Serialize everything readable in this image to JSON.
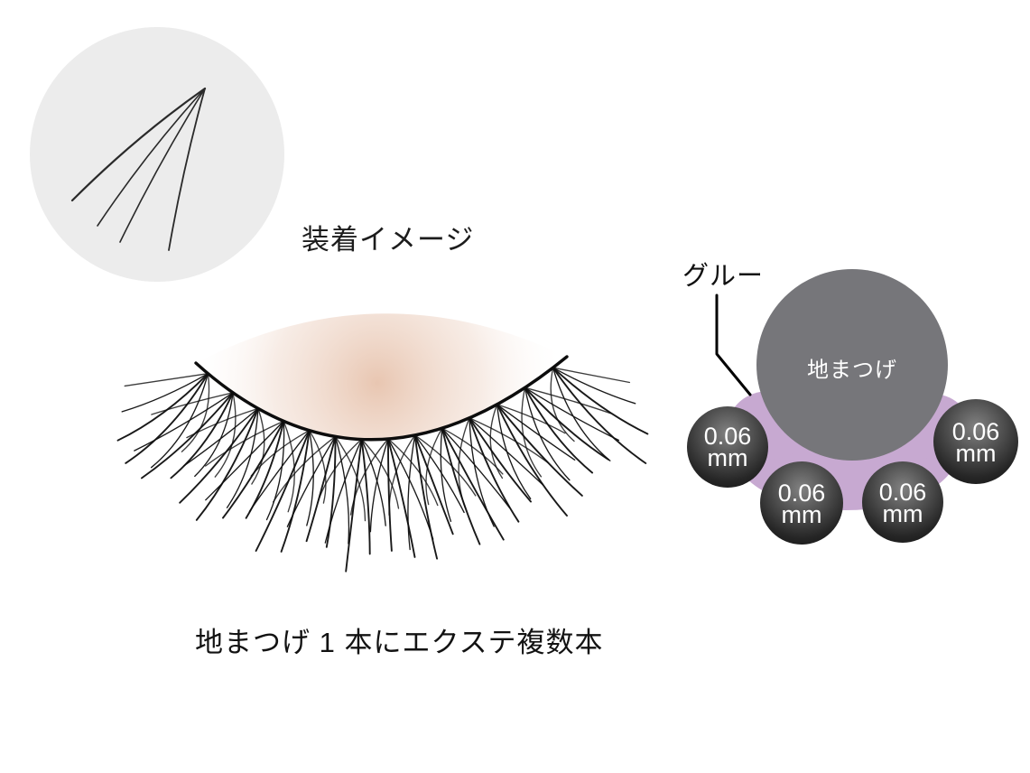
{
  "labels": {
    "title": "装着イメージ",
    "glue": "グルー",
    "natural_lash": "地まつげ",
    "caption": "地まつげ 1 本にエクステ複数本"
  },
  "extensions": [
    {
      "size": "0.06",
      "unit": "mm"
    },
    {
      "size": "0.06",
      "unit": "mm"
    },
    {
      "size": "0.06",
      "unit": "mm"
    },
    {
      "size": "0.06",
      "unit": "mm"
    }
  ],
  "colors": {
    "glue": "#c7a9d1",
    "natural_lash": "#76767a",
    "ext_light": "#828282",
    "ext_mid": "#525252",
    "ext_dark": "#1a1a1a",
    "fan_bg": "#ececec",
    "skin": "#e7c3ad",
    "ink": "#0d0d0d"
  }
}
